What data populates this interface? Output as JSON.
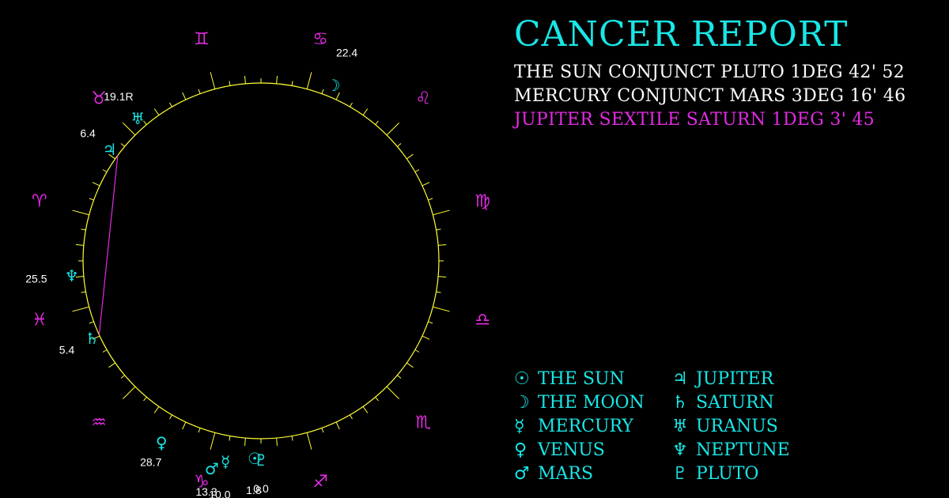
{
  "title": "CANCER REPORT",
  "aspects": [
    {
      "text": "THE SUN CONJUNCT PLUTO 1DEG 42' 52",
      "color": "#ffffff"
    },
    {
      "text": "MERCURY CONJUNCT MARS 3DEG 16' 46",
      "color": "#ffffff"
    },
    {
      "text": "JUPITER SEXTILE SATURN 1DEG 3' 45",
      "color": "#e22be2"
    }
  ],
  "legend": [
    {
      "glyph": "☉",
      "label": "THE SUN"
    },
    {
      "glyph": "☽",
      "label": "THE MOON"
    },
    {
      "glyph": "☿",
      "label": "MERCURY"
    },
    {
      "glyph": "♀",
      "label": "VENUS"
    },
    {
      "glyph": "♂",
      "label": "MARS"
    },
    {
      "glyph": "♃",
      "label": "JUPITER"
    },
    {
      "glyph": "♄",
      "label": "SATURN"
    },
    {
      "glyph": "♅",
      "label": "URANUS"
    },
    {
      "glyph": "♆",
      "label": "NEPTUNE"
    },
    {
      "glyph": "♇",
      "label": "PLUTO"
    }
  ],
  "colors": {
    "planet": "#19e6e6",
    "sign": "#e22be2",
    "wheel": "#ffff33",
    "degree": "#ffffff",
    "aspect_line": "#e22be2"
  },
  "signs": [
    {
      "name": "aries",
      "glyph": "♈"
    },
    {
      "name": "taurus",
      "glyph": "♉"
    },
    {
      "name": "gemini",
      "glyph": "♊"
    },
    {
      "name": "cancer",
      "glyph": "♋"
    },
    {
      "name": "leo",
      "glyph": "♌"
    },
    {
      "name": "virgo",
      "glyph": "♍"
    },
    {
      "name": "libra",
      "glyph": "♎"
    },
    {
      "name": "scorpio",
      "glyph": "♏"
    },
    {
      "name": "sagittarius",
      "glyph": "♐"
    },
    {
      "name": "capricorn",
      "glyph": "♑"
    },
    {
      "name": "aquarius",
      "glyph": "♒"
    },
    {
      "name": "pisces",
      "glyph": "♓"
    }
  ],
  "planets": [
    {
      "name": "sun",
      "glyph": "☉",
      "sign": "capricorn",
      "degree": "1.8",
      "longitude": 271.8
    },
    {
      "name": "moon",
      "glyph": "☽",
      "sign": "cancer",
      "degree": "22.4",
      "longitude": 112.4
    },
    {
      "name": "mercury",
      "glyph": "☿",
      "sign": "capricorn",
      "degree": "10.0",
      "longitude": 280.0
    },
    {
      "name": "venus",
      "glyph": "♀",
      "sign": "capricorn",
      "degree": "28.7",
      "longitude": 298.7
    },
    {
      "name": "mars",
      "glyph": "♂",
      "sign": "capricorn",
      "degree": "13.3",
      "longitude": 283.3
    },
    {
      "name": "jupiter",
      "glyph": "♃",
      "sign": "taurus",
      "degree": "6.4",
      "longitude": 36.4
    },
    {
      "name": "saturn",
      "glyph": "♄",
      "sign": "pisces",
      "degree": "5.4",
      "longitude": 335.4
    },
    {
      "name": "uranus",
      "glyph": "♅",
      "sign": "taurus",
      "degree": "19.1R",
      "longitude": 49.1
    },
    {
      "name": "neptune",
      "glyph": "♆",
      "sign": "pisces",
      "degree": "25.5",
      "longitude": 355.5
    },
    {
      "name": "pluto",
      "glyph": "♇",
      "sign": "capricorn",
      "degree": "0.0",
      "longitude": 270.0
    }
  ]
}
